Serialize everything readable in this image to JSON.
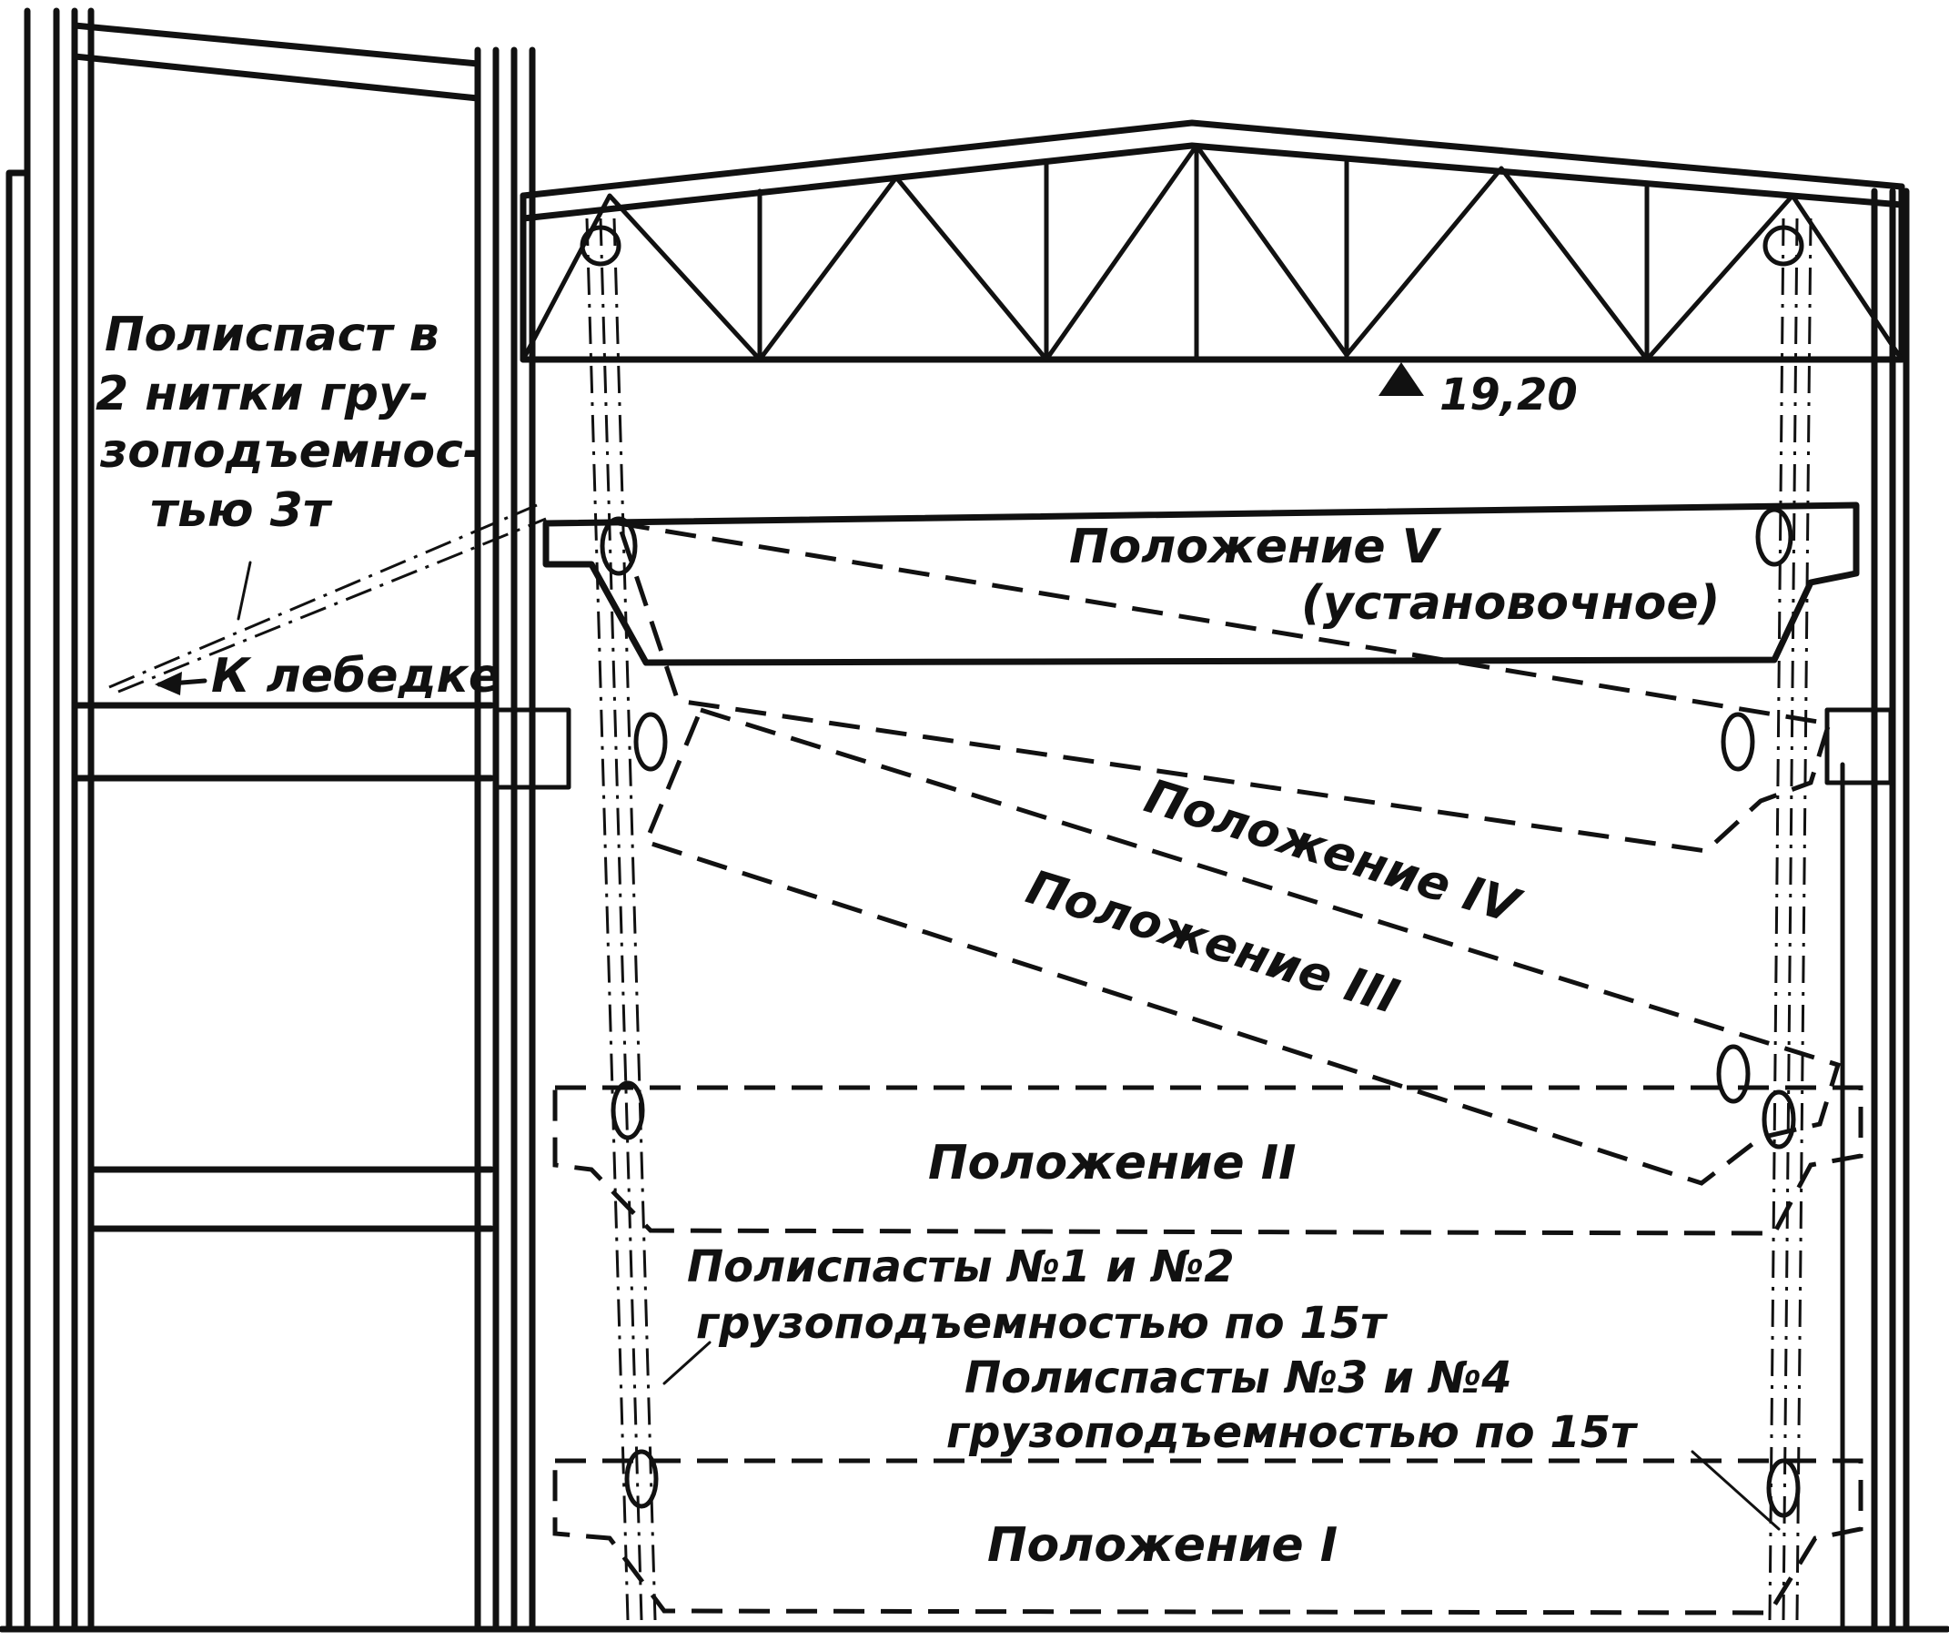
{
  "labels": {
    "tackle_small": [
      "Полиспаст в",
      "2 нитки гру-",
      "зоподъемнос-",
      "тью 3т"
    ],
    "to_winch": "К лебедке",
    "elevation": "19,20",
    "pos5": "Положение V",
    "pos5_note": "(установочное)",
    "pos4": "Положение IV",
    "pos3": "Положение III",
    "pos2": "Положение II",
    "pos1": "Положение I",
    "tackle12": [
      "Полиспасты №1 и №2",
      "грузоподъемностью по 15т"
    ],
    "tackle34": [
      "Полиспасты №3 и №4",
      "грузоподъемностью по 15т"
    ]
  },
  "icons": {
    "elevation_marker": "filled-triangle",
    "block": "pulley-hook-icon"
  }
}
